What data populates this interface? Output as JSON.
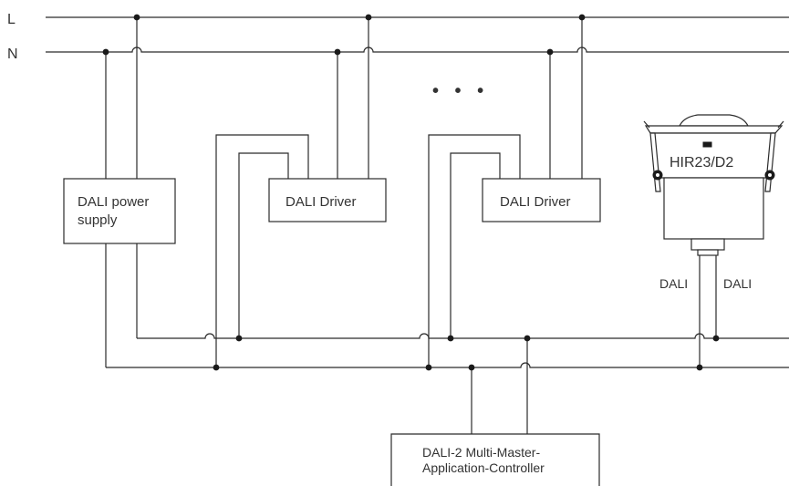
{
  "rails": {
    "live": "L",
    "neutral": "N"
  },
  "power_supply": {
    "line1": "DALI power",
    "line2": "supply"
  },
  "drivers": [
    {
      "label": "DALI Driver"
    },
    {
      "label": "DALI Driver"
    }
  ],
  "ellipsis": "• • •",
  "sensor": {
    "model": "HIR23/D2",
    "terminal_left": "DALI",
    "terminal_right": "DALI"
  },
  "controller": {
    "line1": "DALI-2 Multi-Master-",
    "line2": "Application-Controller"
  },
  "colors": {
    "line": "#2b2b2b",
    "text": "#333333",
    "background": "#ffffff"
  }
}
